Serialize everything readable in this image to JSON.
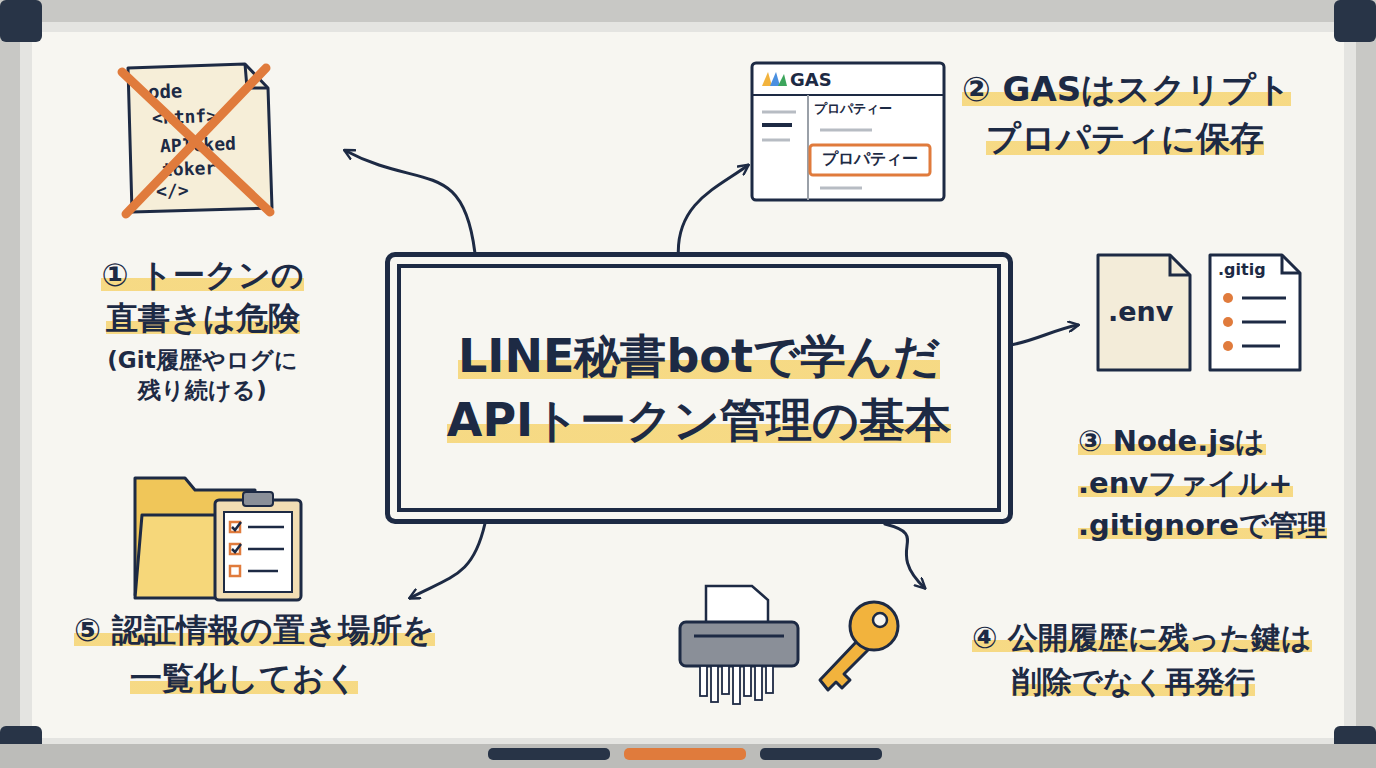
{
  "diagram": {
    "nodes": [
      {
        "text": [
          "LINE秘書botで学んだ APIトークン管理の基本"
        ]
      },
      {
        "text": [
          "① トークンの 直書きは危険",
          "(Git履歴やログに 残り続ける)"
        ]
      },
      {
        "text": [
          "② GASはスクリプト プロパティに保存"
        ]
      },
      {
        "text": [
          "③ Node.jsは .envファイル+ .gitignoreで管理"
        ]
      },
      {
        "text": [
          "④ 公開履歴に残った鍵は 削除でなく再発行"
        ]
      },
      {
        "text": [
          "⑤ 認証情報の置き場所を 一覧化しておく"
        ]
      }
    ],
    "edges": [
      {
        "from": 0,
        "to": 1,
        "arrow": "to"
      },
      {
        "from": 0,
        "to": 2,
        "arrow": "to"
      },
      {
        "from": 0,
        "to": 3,
        "arrow": "to"
      },
      {
        "from": 0,
        "to": 4,
        "arrow": "to"
      },
      {
        "from": 0,
        "to": 5,
        "arrow": "to"
      }
    ],
    "labels": [
      "ode",
      "<htnf>",
      "APIcked",
      "toker",
      "</>",
      "GAS",
      "プロパティー",
      "プロパティー",
      ".env",
      ".gitig"
    ]
  }
}
